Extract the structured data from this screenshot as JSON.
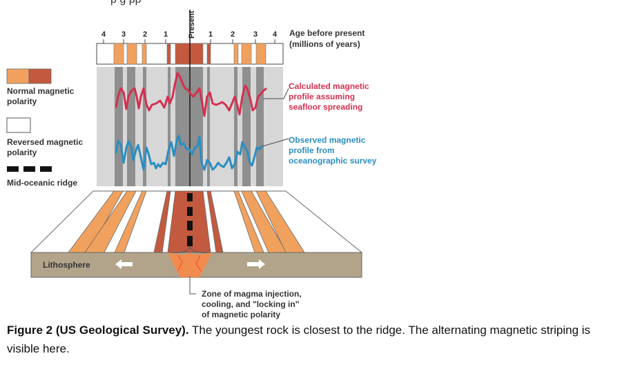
{
  "header_fragment": "p                     g          pp",
  "legend": {
    "normal_label_1": "Normal magnetic",
    "normal_label_2": "polarity",
    "reversed_label_1": "Reversed magnetic",
    "reversed_label_2": "polarity",
    "ridge_label": "Mid-oceanic ridge"
  },
  "timescale": {
    "left_ticks": [
      "4",
      "3",
      "2",
      "1"
    ],
    "present_label": "Present",
    "right_ticks": [
      "1",
      "2",
      "3",
      "4"
    ],
    "axis_title_1": "Age before present",
    "axis_title_2": "(millions of years)"
  },
  "annotations": {
    "calculated_1": "Calculated magnetic",
    "calculated_2": "profile assuming",
    "calculated_3": "seafloor spreading",
    "observed_1": "Observed magnetic",
    "observed_2": "profile from",
    "observed_3": "oceanographic survey",
    "lithosphere": "Lithosphere",
    "magma_1": "Zone of magma injection,",
    "magma_2": "cooling, and \"locking in\"",
    "magma_3": "of magnetic polarity"
  },
  "colors": {
    "normal_light": "#f1a15e",
    "normal_dark": "#c35a3f",
    "calculated": "#d4304f",
    "observed": "#2a8ec0",
    "panel_gray": "#d7d7d7",
    "stripe_gray": "#8f8f8f",
    "lithosphere": "#b1a48b"
  },
  "caption": {
    "bold": "Figure 2 (US Geological Survey).",
    "text": " The youngest rock is closest to the ridge. The alternating magnetic striping is visible here."
  }
}
